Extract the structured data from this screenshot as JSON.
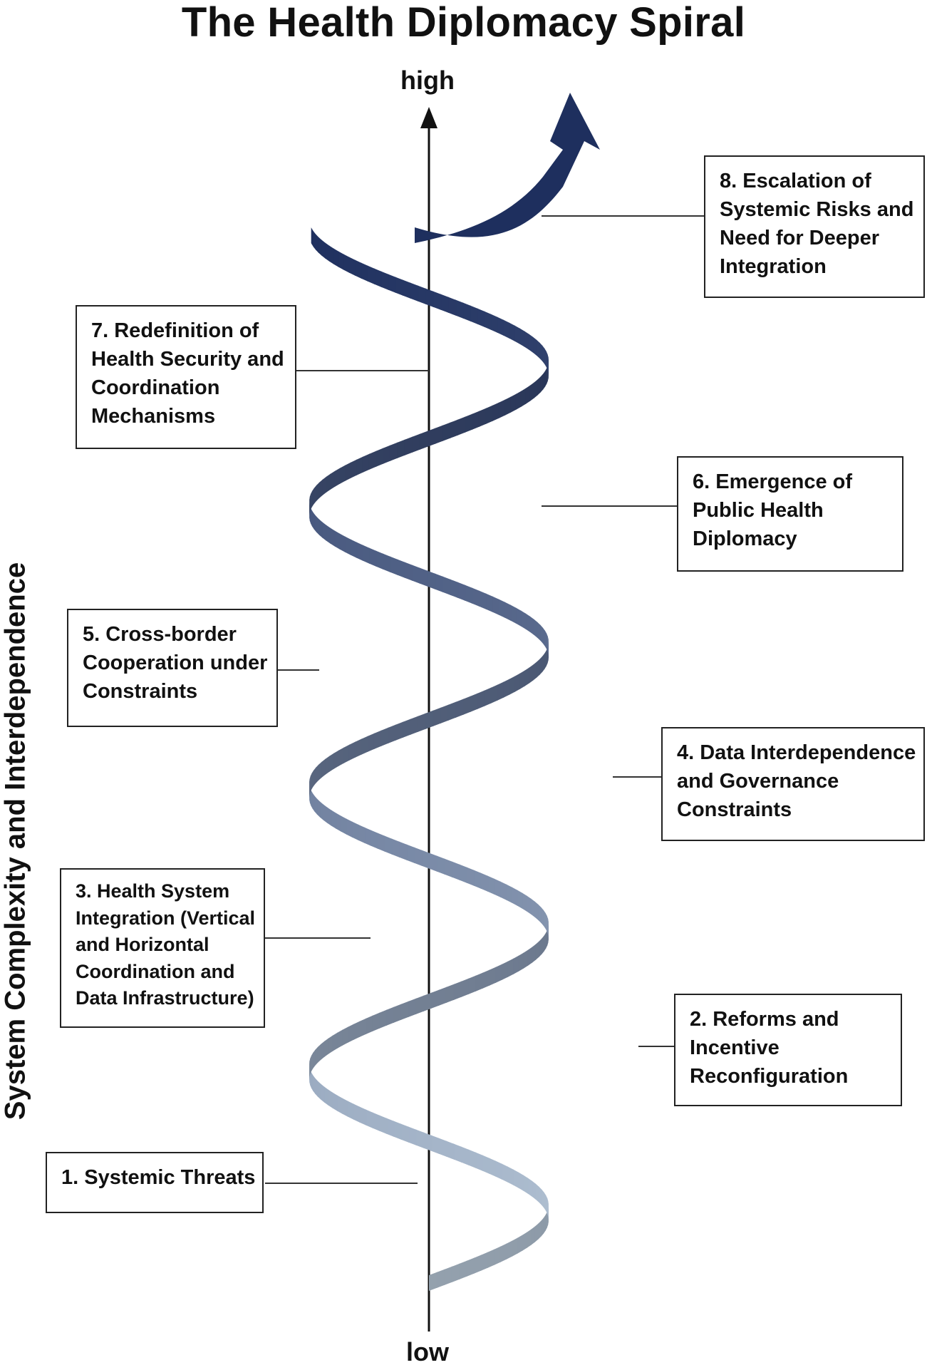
{
  "title": "The Health Diplomacy Spiral",
  "axis": {
    "top_label": "high",
    "bottom_label": "low",
    "y_title": "System Complexity and Interdependence"
  },
  "colors": {
    "spiral_bottom": "#b9c9d9",
    "spiral_top": "#1e2f5e",
    "axis": "#111111",
    "box_border": "#222222"
  },
  "stages": [
    {
      "lines": [
        "1.  Systemic Threats"
      ]
    },
    {
      "lines": [
        "2.  Reforms and",
        "Incentive",
        "Reconfiguration"
      ]
    },
    {
      "lines": [
        "3.  Health System",
        "Integration (Vertical",
        "and Horizontal",
        "Coordination and",
        "Data Infrastructure)"
      ]
    },
    {
      "lines": [
        "4.  Data Interdependence",
        "and Governance",
        "Constraints"
      ]
    },
    {
      "lines": [
        "5.  Cross-border",
        "Cooperation under",
        "Constraints"
      ]
    },
    {
      "lines": [
        "6.  Emergence of",
        "Public Health",
        "Diplomacy"
      ]
    },
    {
      "lines": [
        "7.  Redefinition of",
        "Health Security and",
        "Coordination",
        "Mechanisms"
      ]
    },
    {
      "lines": [
        "8.  Escalation of",
        "Systemic Risks and",
        "Need for Deeper",
        "Integration"
      ]
    }
  ]
}
